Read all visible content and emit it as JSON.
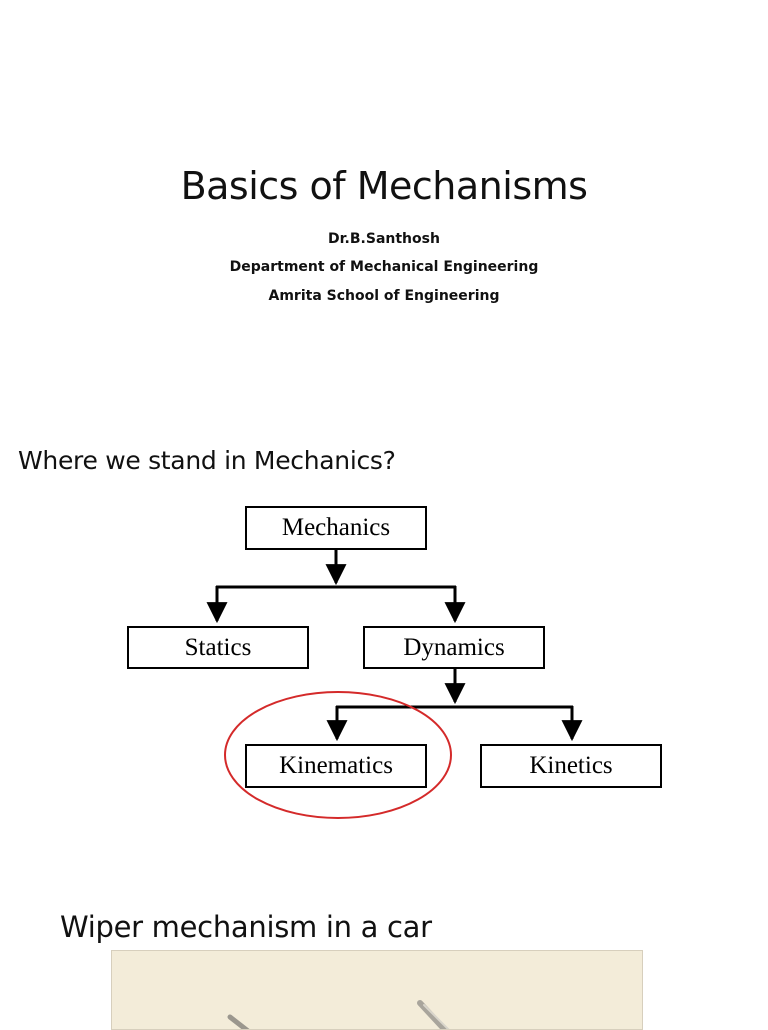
{
  "slide1": {
    "title": "Basics of Mechanisms",
    "author": "Dr.B.Santhosh",
    "department": "Department of Mechanical Engineering",
    "school": "Amrita School of Engineering"
  },
  "slide2": {
    "heading": "Where we stand in Mechanics?",
    "diagram": {
      "root": "Mechanics",
      "level1": [
        "Statics",
        "Dynamics"
      ],
      "level2": [
        "Kinematics",
        "Kinetics"
      ],
      "highlighted": "Kinematics",
      "highlight_color": "#d42a2a"
    }
  },
  "slide3": {
    "heading": "Wiper mechanism in a car"
  }
}
